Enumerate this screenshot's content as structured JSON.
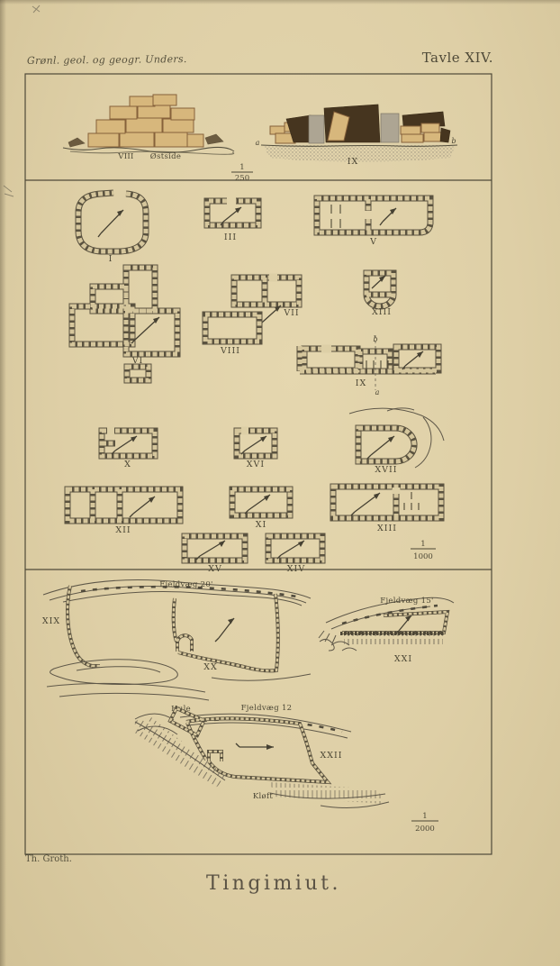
{
  "header": {
    "imprint": "Grønl. geol. og geogr. Unders.",
    "plate": "Tavle XIV."
  },
  "elevations": {
    "viii_numeral": "VIII",
    "viii_side": "Østside",
    "ix_numeral": "IX",
    "letter_a": "a",
    "letter_b": "b",
    "scale_num": "1",
    "scale_den": "250"
  },
  "plans": {
    "i": "I",
    "iii": "III",
    "v": "V",
    "vi": "VI",
    "vii": "VII",
    "viii": "VIII",
    "xiii_shield": "XIII",
    "ix": "IX",
    "ix_letter_top": "b",
    "ix_letter_bottom": "a",
    "x": "X",
    "xvi": "XVI",
    "xvii": "XVII",
    "xii": "XII",
    "xi": "XI",
    "xiii_long": "XIII",
    "xv": "XV",
    "xiv": "XIV",
    "scale_num": "1",
    "scale_den": "1000"
  },
  "site": {
    "xix": "XIX",
    "xx": "XX",
    "xxi": "XXI",
    "xxii": "XXII",
    "fjeldvaeg_20": "Fjeldvæg 20'",
    "fjeldvaeg_15": "Fjeldvæg 15'",
    "fjeldvaeg_12": "Fjeldvæg 12",
    "hule": "Hule",
    "kloft": "Kløft",
    "scale_num": "1",
    "scale_den": "2000"
  },
  "footer": {
    "engraver": "Th. Groth.",
    "title": "Tingimiut."
  },
  "colors": {
    "paper": "#ddcfa6",
    "ink": "#4b4634",
    "stone": "#d7b77c",
    "dark_mass": "#46351f",
    "stipple": "#968e7b",
    "wall": "#5b5340"
  }
}
